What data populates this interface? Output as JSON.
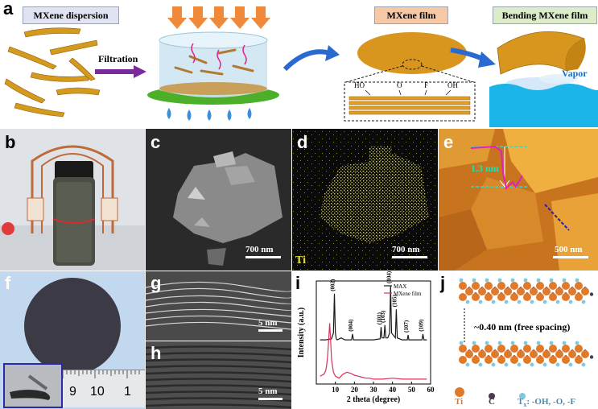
{
  "panel_a": {
    "label": "a",
    "tag_dispersion": "MXene dispersion",
    "arrow_filtration": "Filtration",
    "tag_film": "MXene film",
    "tag_bending": "Bending MXene film",
    "vapor": "Vapor",
    "groups": {
      "ho": "HO",
      "o": "O",
      "f": "F",
      "oh": "OH"
    }
  },
  "panel_b": {
    "label": "b"
  },
  "panel_c": {
    "label": "c",
    "scale": "700 nm"
  },
  "panel_d": {
    "label": "d",
    "scale": "700 nm",
    "element": "Ti"
  },
  "panel_e": {
    "label": "e",
    "scale": "500 nm",
    "height": "1.3 nm"
  },
  "panel_f": {
    "label": "f",
    "ruler": [
      "9",
      "10",
      "1"
    ]
  },
  "panel_g": {
    "label": "g",
    "scale": "5 nm"
  },
  "panel_h": {
    "label": "h",
    "scale": "5 nm"
  },
  "panel_j": {
    "label": "j",
    "spacing": "~0.40 nm (free spacing)",
    "legend_ti": "Ti",
    "legend_c": "C",
    "legend_tx": "T",
    "legend_tx_sub": "x",
    "legend_tx_rest": ": -OH, -O, -F"
  },
  "colors": {
    "mxene": "#d39a1e",
    "ti_atom": "#e07a2a",
    "c_atom": "#4a3a4e",
    "tx_atom": "#7fc8e0"
  },
  "chart_data": {
    "type": "line",
    "label": "i",
    "xlabel": "2 theta (degree)",
    "ylabel": "Intensity (a.u.)",
    "xlim": [
      0,
      60
    ],
    "xticks": [
      10,
      20,
      30,
      40,
      50,
      60
    ],
    "grid": false,
    "legend_position": "top-right",
    "series": [
      {
        "name": "MAX",
        "color": "#1a1a1a",
        "x": [
          2,
          5,
          8,
          9,
          9.5,
          10,
          10.5,
          11,
          13,
          15,
          18.5,
          19,
          19.5,
          22,
          30,
          33.5,
          34,
          34.5,
          35.5,
          36,
          36.5,
          37.5,
          38.5,
          39,
          39.5,
          41.5,
          42,
          42.5,
          45,
          47.8,
          48.2,
          48.6,
          52,
          55.5,
          56,
          56.5,
          58
        ],
        "y": [
          0.45,
          0.45,
          0.46,
          0.52,
          0.92,
          0.52,
          0.46,
          0.45,
          0.47,
          0.45,
          0.45,
          0.51,
          0.45,
          0.45,
          0.45,
          0.46,
          0.58,
          0.47,
          0.47,
          0.6,
          0.47,
          0.47,
          0.52,
          1.0,
          0.52,
          0.47,
          0.76,
          0.47,
          0.45,
          0.45,
          0.5,
          0.45,
          0.45,
          0.45,
          0.51,
          0.45,
          0.45
        ]
      },
      {
        "name": "MXene film",
        "color": "#d8325a",
        "x": [
          2,
          4,
          5,
          5.5,
          6,
          6.5,
          7,
          7.5,
          8,
          9,
          10,
          12,
          14,
          16,
          18,
          20,
          22,
          24,
          26,
          28,
          30,
          35,
          40,
          45,
          50,
          55,
          58
        ],
        "y": [
          0.08,
          0.1,
          0.14,
          0.2,
          0.3,
          0.45,
          0.62,
          0.45,
          0.25,
          0.12,
          0.08,
          0.06,
          0.1,
          0.12,
          0.11,
          0.09,
          0.08,
          0.07,
          0.06,
          0.06,
          0.05,
          0.05,
          0.06,
          0.05,
          0.05,
          0.05,
          0.05
        ]
      }
    ],
    "peak_labels": [
      {
        "text": "(002)",
        "x": 9.5,
        "y": 0.92
      },
      {
        "text": "(004)",
        "x": 19,
        "y": 0.51
      },
      {
        "text": "(101)",
        "x": 34,
        "y": 0.58
      },
      {
        "text": "(103)",
        "x": 36,
        "y": 0.6
      },
      {
        "text": "(104)",
        "x": 39,
        "y": 1.0
      },
      {
        "text": "(105)",
        "x": 42,
        "y": 0.76
      },
      {
        "text": "(107)",
        "x": 48.2,
        "y": 0.5
      },
      {
        "text": "(109)",
        "x": 56,
        "y": 0.51
      }
    ]
  }
}
